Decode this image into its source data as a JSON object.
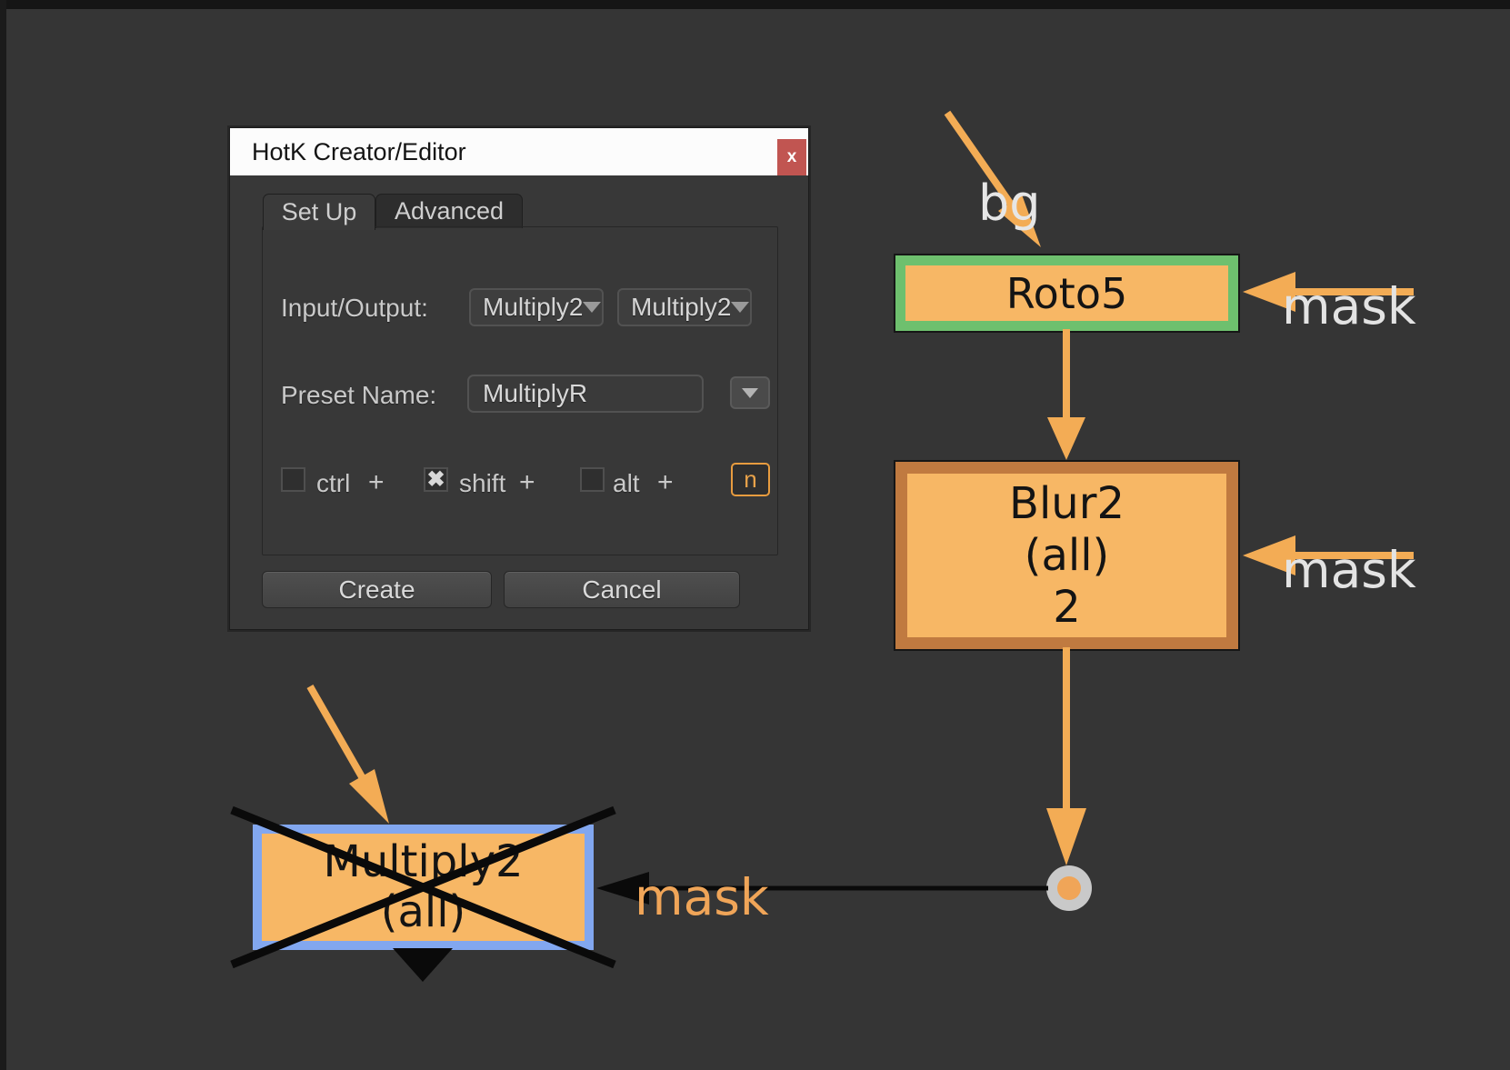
{
  "dialog": {
    "title": "HotK Creator/Editor",
    "close_glyph": "x",
    "tabs": {
      "setup": "Set Up",
      "advanced": "Advanced"
    },
    "fields": {
      "input_output_label": "Input/Output:",
      "input_dropdown_value": "Multiply2",
      "output_dropdown_value": "Multiply2",
      "preset_name_label": "Preset Name:",
      "preset_name_value": "MultiplyR"
    },
    "hotkey": {
      "ctrl": {
        "label": "ctrl",
        "checked": false,
        "mark": ""
      },
      "shift": {
        "label": "shift",
        "checked": true,
        "mark": "✖"
      },
      "alt": {
        "label": "alt",
        "checked": false,
        "mark": ""
      },
      "plus": "+",
      "key_value": "n"
    },
    "buttons": {
      "create": "Create",
      "cancel": "Cancel"
    }
  },
  "graph": {
    "nodes": [
      {
        "id": "roto5",
        "label": "Roto5",
        "fill": "#f7b765",
        "border": "#6ec06e"
      },
      {
        "id": "blur2",
        "lines": [
          "Blur2",
          "(all)",
          "2"
        ],
        "fill": "#f7b765",
        "border": "#c07a40"
      },
      {
        "id": "multiply2",
        "lines": [
          "Multiply2",
          "(all)"
        ],
        "fill": "#f7b765",
        "border": "#82a7ef",
        "crossed_out": true
      }
    ],
    "annotations": {
      "bg": "bg",
      "mask_top": "mask",
      "mask_middle": "mask",
      "mask_bottom": "mask"
    },
    "colors": {
      "arrow_orange": "#f3ac55",
      "annotation_gray": "#e3e3e3",
      "mask_bottom_orange": "#f0a558",
      "connector_black": "#0a0a0a",
      "dot_ring": "#c9c9c9"
    }
  }
}
